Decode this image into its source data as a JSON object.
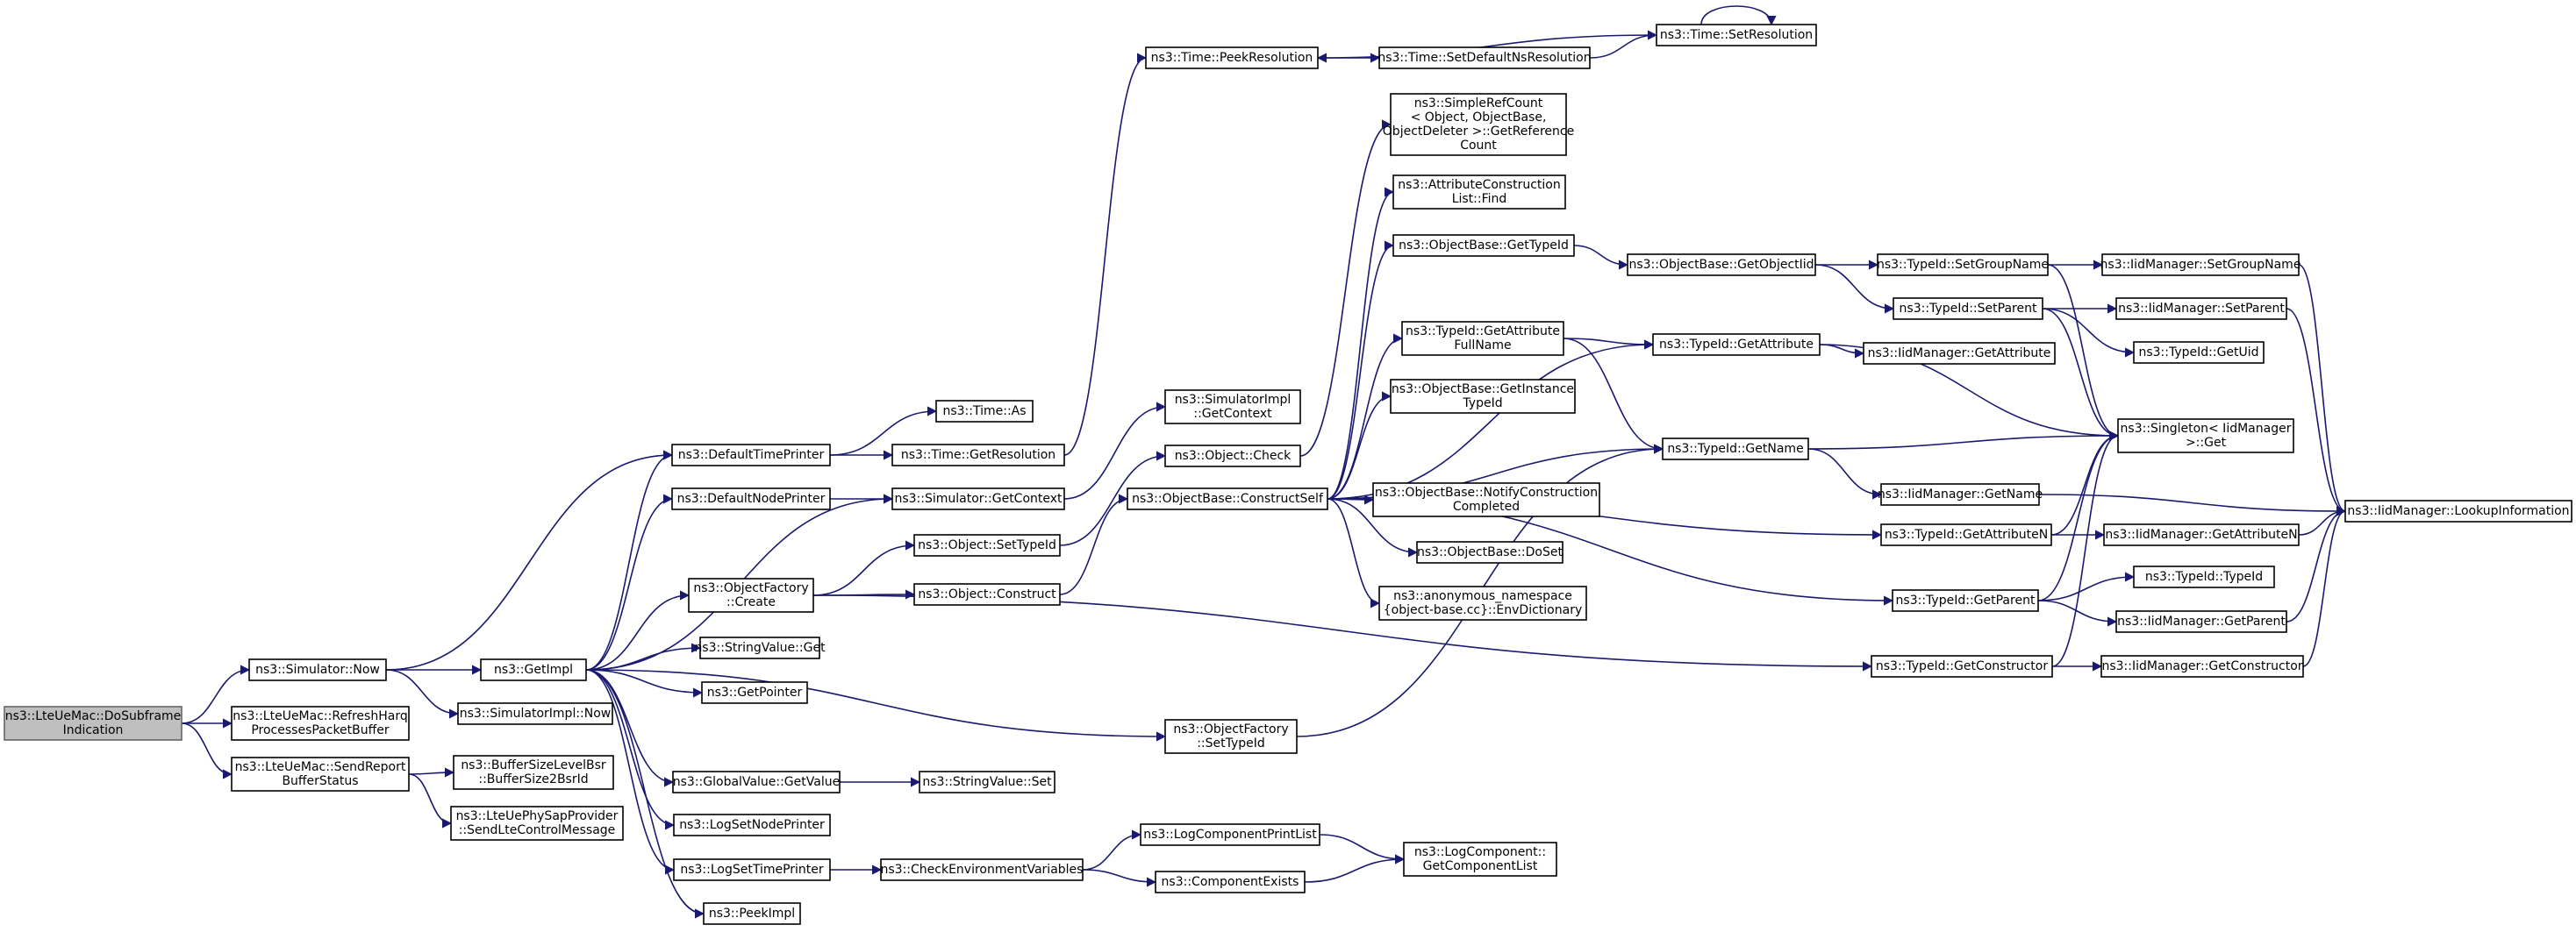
{
  "colors": {
    "edge": "#191970",
    "node_border": "#000000",
    "root_fill": "#bfbfbf",
    "node_fill": "#ffffff"
  },
  "nodes": [
    {
      "id": "root",
      "lines": [
        "ns3::LteUeMac::DoSubframe",
        "Indication"
      ]
    },
    {
      "id": "simnow",
      "lines": [
        "ns3::Simulator::Now"
      ]
    },
    {
      "id": "refresh",
      "lines": [
        "ns3::LteUeMac::RefreshHarq",
        "ProcessesPacketBuffer"
      ]
    },
    {
      "id": "sendreport",
      "lines": [
        "ns3::LteUeMac::SendReport",
        "BufferStatus"
      ]
    },
    {
      "id": "getimpl",
      "lines": [
        "ns3::GetImpl"
      ]
    },
    {
      "id": "simimplnow",
      "lines": [
        "ns3::SimulatorImpl::Now"
      ]
    },
    {
      "id": "bsr",
      "lines": [
        "ns3::BufferSizeLevelBsr",
        "::BufferSize2BsrId"
      ]
    },
    {
      "id": "sendlte",
      "lines": [
        "ns3::LteUePhySapProvider",
        "::SendLteControlMessage"
      ]
    },
    {
      "id": "deftime",
      "lines": [
        "ns3::DefaultTimePrinter"
      ]
    },
    {
      "id": "defnode",
      "lines": [
        "ns3::DefaultNodePrinter"
      ]
    },
    {
      "id": "ofcreate",
      "lines": [
        "ns3::ObjectFactory",
        "::Create"
      ]
    },
    {
      "id": "svget",
      "lines": [
        "ns3::StringValue::Get"
      ]
    },
    {
      "id": "getpointer",
      "lines": [
        "ns3::GetPointer"
      ]
    },
    {
      "id": "gvget",
      "lines": [
        "ns3::GlobalValue::GetValue"
      ]
    },
    {
      "id": "logsetnode",
      "lines": [
        "ns3::LogSetNodePrinter"
      ]
    },
    {
      "id": "logsettime",
      "lines": [
        "ns3::LogSetTimePrinter"
      ]
    },
    {
      "id": "peekimpl",
      "lines": [
        "ns3::PeekImpl"
      ]
    },
    {
      "id": "timeas",
      "lines": [
        "ns3::Time::As"
      ]
    },
    {
      "id": "timegetres",
      "lines": [
        "ns3::Time::GetResolution"
      ]
    },
    {
      "id": "simgetctx",
      "lines": [
        "ns3::Simulator::GetContext"
      ]
    },
    {
      "id": "objsettype",
      "lines": [
        "ns3::Object::SetTypeId"
      ]
    },
    {
      "id": "objconstruct",
      "lines": [
        "ns3::Object::Construct"
      ]
    },
    {
      "id": "svset",
      "lines": [
        "ns3::StringValue::Set"
      ]
    },
    {
      "id": "checkenv",
      "lines": [
        "ns3::CheckEnvironmentVariables"
      ]
    },
    {
      "id": "peekres",
      "lines": [
        "ns3::Time::PeekResolution"
      ]
    },
    {
      "id": "simimplctx",
      "lines": [
        "ns3::SimulatorImpl",
        "::GetContext"
      ]
    },
    {
      "id": "objcheck",
      "lines": [
        "ns3::Object::Check"
      ]
    },
    {
      "id": "obconstruct",
      "lines": [
        "ns3::ObjectBase::ConstructSelf"
      ]
    },
    {
      "id": "ofsettype",
      "lines": [
        "ns3::ObjectFactory",
        "::SetTypeId"
      ]
    },
    {
      "id": "logcomplist",
      "lines": [
        "ns3::LogComponentPrintList"
      ]
    },
    {
      "id": "compexists",
      "lines": [
        "ns3::ComponentExists"
      ]
    },
    {
      "id": "setdefres",
      "lines": [
        "ns3::Time::SetDefaultNsResolution"
      ]
    },
    {
      "id": "simplerc",
      "lines": [
        "ns3::SimpleRefCount",
        "< Object, ObjectBase,",
        "ObjectDeleter >::GetReference",
        "Count"
      ]
    },
    {
      "id": "attrfind",
      "lines": [
        "ns3::AttributeConstruction",
        "List::Find"
      ]
    },
    {
      "id": "obgettype",
      "lines": [
        "ns3::ObjectBase::GetTypeId"
      ]
    },
    {
      "id": "tidgetattrfull",
      "lines": [
        "ns3::TypeId::GetAttribute",
        "FullName"
      ]
    },
    {
      "id": "obgetinst",
      "lines": [
        "ns3::ObjectBase::GetInstance",
        "TypeId"
      ]
    },
    {
      "id": "obnotify",
      "lines": [
        "ns3::ObjectBase::NotifyConstruction",
        "Completed"
      ]
    },
    {
      "id": "obdoset",
      "lines": [
        "ns3::ObjectBase::DoSet"
      ]
    },
    {
      "id": "anon",
      "lines": [
        "ns3::anonymous_namespace",
        "{object-base.cc}::EnvDictionary"
      ]
    },
    {
      "id": "logcompget",
      "lines": [
        "ns3::LogComponent::",
        "GetComponentList"
      ]
    },
    {
      "id": "timesetres",
      "lines": [
        "ns3::Time::SetResolution"
      ]
    },
    {
      "id": "obgetoiid",
      "lines": [
        "ns3::ObjectBase::GetObjectIid"
      ]
    },
    {
      "id": "tidgetattr",
      "lines": [
        "ns3::TypeId::GetAttribute"
      ]
    },
    {
      "id": "tidgetname",
      "lines": [
        "ns3::TypeId::GetName"
      ]
    },
    {
      "id": "tidsetgroup",
      "lines": [
        "ns3::TypeId::SetGroupName"
      ]
    },
    {
      "id": "tidsetparent",
      "lines": [
        "ns3::TypeId::SetParent"
      ]
    },
    {
      "id": "iidgetattr",
      "lines": [
        "ns3::IidManager::GetAttribute"
      ]
    },
    {
      "id": "iidgetname",
      "lines": [
        "ns3::IidManager::GetName"
      ]
    },
    {
      "id": "tidgetattrn",
      "lines": [
        "ns3::TypeId::GetAttributeN"
      ]
    },
    {
      "id": "tidgetparent",
      "lines": [
        "ns3::TypeId::GetParent"
      ]
    },
    {
      "id": "tidgetctor",
      "lines": [
        "ns3::TypeId::GetConstructor"
      ]
    },
    {
      "id": "iidsetgroup",
      "lines": [
        "ns3::IidManager::SetGroupName"
      ]
    },
    {
      "id": "iidsetparent",
      "lines": [
        "ns3::IidManager::SetParent"
      ]
    },
    {
      "id": "tidgetuid",
      "lines": [
        "ns3::TypeId::GetUid"
      ]
    },
    {
      "id": "singleton",
      "lines": [
        "ns3::Singleton< IidManager",
        ">::Get"
      ]
    },
    {
      "id": "iidgetattrn",
      "lines": [
        "ns3::IidManager::GetAttributeN"
      ]
    },
    {
      "id": "tidtypeid",
      "lines": [
        "ns3::TypeId::TypeId"
      ]
    },
    {
      "id": "iidgetparent",
      "lines": [
        "ns3::IidManager::GetParent"
      ]
    },
    {
      "id": "iidgetctor",
      "lines": [
        "ns3::IidManager::GetConstructor"
      ]
    },
    {
      "id": "iidlookup",
      "lines": [
        "ns3::IidManager::LookupInformation"
      ]
    }
  ],
  "edges": [
    [
      "root",
      "simnow"
    ],
    [
      "root",
      "refresh"
    ],
    [
      "root",
      "sendreport"
    ],
    [
      "simnow",
      "deftime"
    ],
    [
      "simnow",
      "getimpl"
    ],
    [
      "simnow",
      "simimplnow"
    ],
    [
      "sendreport",
      "bsr"
    ],
    [
      "sendreport",
      "sendlte"
    ],
    [
      "deftime",
      "timeas"
    ],
    [
      "deftime",
      "timegetres"
    ],
    [
      "defnode",
      "simgetctx"
    ],
    [
      "getimpl",
      "deftime"
    ],
    [
      "getimpl",
      "defnode"
    ],
    [
      "getimpl",
      "simgetctx"
    ],
    [
      "getimpl",
      "ofcreate"
    ],
    [
      "getimpl",
      "svget"
    ],
    [
      "getimpl",
      "getpointer"
    ],
    [
      "getimpl",
      "ofsettype"
    ],
    [
      "getimpl",
      "gvget"
    ],
    [
      "getimpl",
      "logsetnode"
    ],
    [
      "getimpl",
      "logsettime"
    ],
    [
      "getimpl",
      "peekimpl"
    ],
    [
      "ofcreate",
      "objsettype"
    ],
    [
      "ofcreate",
      "objconstruct"
    ],
    [
      "ofcreate",
      "tidgetctor"
    ],
    [
      "gvget",
      "svset"
    ],
    [
      "logsettime",
      "checkenv"
    ],
    [
      "timegetres",
      "peekres"
    ],
    [
      "simgetctx",
      "simimplctx"
    ],
    [
      "objsettype",
      "objcheck"
    ],
    [
      "objconstruct",
      "obconstruct"
    ],
    [
      "checkenv",
      "logcomplist"
    ],
    [
      "checkenv",
      "compexists"
    ],
    [
      "peekres",
      "setdefres"
    ],
    [
      "setdefres",
      "timesetres"
    ],
    [
      "timesetres",
      "peekres"
    ],
    [
      "timesetres",
      "timesetres"
    ],
    [
      "objcheck",
      "simplerc"
    ],
    [
      "obconstruct",
      "attrfind"
    ],
    [
      "obconstruct",
      "obgettype"
    ],
    [
      "obconstruct",
      "tidgetattrfull"
    ],
    [
      "obconstruct",
      "obgetinst"
    ],
    [
      "obconstruct",
      "tidgetname"
    ],
    [
      "obconstruct",
      "obnotify"
    ],
    [
      "obconstruct",
      "obdoset"
    ],
    [
      "obconstruct",
      "anon"
    ],
    [
      "obconstruct",
      "tidgetattr"
    ],
    [
      "obconstruct",
      "tidgetattrn"
    ],
    [
      "obconstruct",
      "tidgetparent"
    ],
    [
      "ofsettype",
      "tidgetname"
    ],
    [
      "logcomplist",
      "logcompget"
    ],
    [
      "compexists",
      "logcompget"
    ],
    [
      "obgettype",
      "obgetoiid"
    ],
    [
      "obgetoiid",
      "tidsetgroup"
    ],
    [
      "obgetoiid",
      "tidsetparent"
    ],
    [
      "tidgetattrfull",
      "tidgetattr"
    ],
    [
      "tidgetattrfull",
      "tidgetname"
    ],
    [
      "tidgetattr",
      "iidgetattr"
    ],
    [
      "tidgetattr",
      "singleton"
    ],
    [
      "tidgetname",
      "singleton"
    ],
    [
      "tidgetname",
      "iidgetname"
    ],
    [
      "tidsetgroup",
      "iidsetgroup"
    ],
    [
      "tidsetgroup",
      "singleton"
    ],
    [
      "tidsetparent",
      "iidsetparent"
    ],
    [
      "tidsetparent",
      "tidgetuid"
    ],
    [
      "tidsetparent",
      "singleton"
    ],
    [
      "tidgetattrn",
      "singleton"
    ],
    [
      "tidgetattrn",
      "iidgetattrn"
    ],
    [
      "tidgetparent",
      "tidtypeid"
    ],
    [
      "tidgetparent",
      "iidgetparent"
    ],
    [
      "tidgetparent",
      "singleton"
    ],
    [
      "tidgetctor",
      "iidgetctor"
    ],
    [
      "tidgetctor",
      "singleton"
    ],
    [
      "iidsetgroup",
      "iidlookup"
    ],
    [
      "iidsetparent",
      "iidlookup"
    ],
    [
      "iidgetname",
      "iidlookup"
    ],
    [
      "iidgetattrn",
      "iidlookup"
    ],
    [
      "iidgetparent",
      "iidlookup"
    ],
    [
      "iidgetctor",
      "iidlookup"
    ]
  ]
}
